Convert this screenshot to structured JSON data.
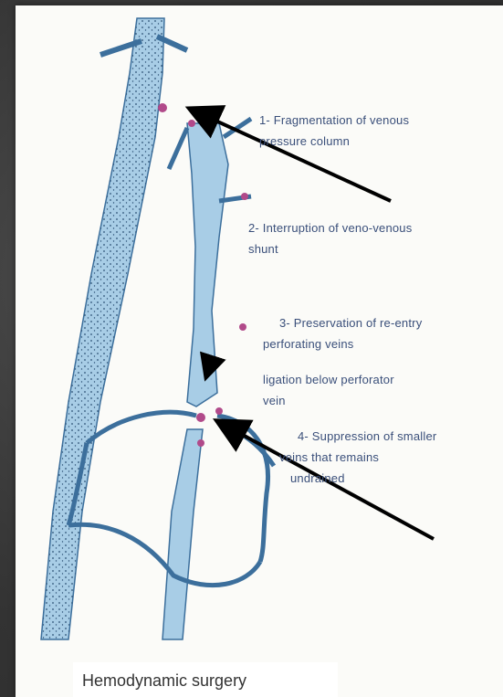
{
  "colors": {
    "vein_fill": "#a8cde6",
    "vein_outline": "#3c6f9c",
    "ligature": "#b14a8a",
    "arrow": "#000000",
    "text": "#3a4f7a"
  },
  "annotations": {
    "a1_line1": "1- Fragmentation of venous",
    "a1_line2": "pressure column",
    "a2_line1": "2- Interruption of veno-venous",
    "a2_line2": "shunt",
    "a3_line1": "3-  Preservation of re-entry",
    "a3_line2": "perforating veins",
    "a_lig_line1": "ligation below perforator",
    "a_lig_line2": "vein",
    "a4_line1": "4- Suppression of smaller",
    "a4_line2": "veins that remains",
    "a4_line3": "undrained"
  },
  "caption": "Hemodynamic surgery"
}
